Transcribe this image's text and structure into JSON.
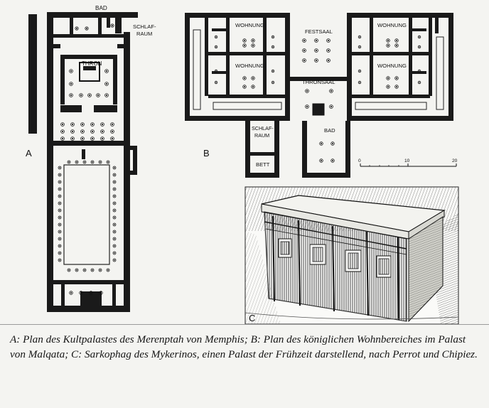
{
  "plan_a": {
    "label_bad": "BAD",
    "label_schlafraum_1": "SCHLAF-",
    "label_schlafraum_2": "RAUM",
    "label_thron": "THRON",
    "letter": "A"
  },
  "plan_b": {
    "label_wohnung": "WOHNUNG",
    "label_festsaal": "FESTSAAL",
    "label_thronsaal": "THRONSAAL",
    "label_schlafraum_1": "SCHLAF-",
    "label_schlafraum_2": "RAUM",
    "label_bad": "BAD",
    "label_bett": "BETT",
    "letter": "B",
    "scale": {
      "ticks": [
        "0",
        "10",
        "20"
      ]
    }
  },
  "illustration_c": {
    "letter": "C"
  },
  "caption": "A: Plan des Kultpalastes des Merenptah von Memphis; B: Plan des königlichen Wohnbereiches im Palast von Malqata; C: Sarkophag des Mykerinos, einen Palast der Frühzeit darstellend, nach Perrot und Chipiez."
}
